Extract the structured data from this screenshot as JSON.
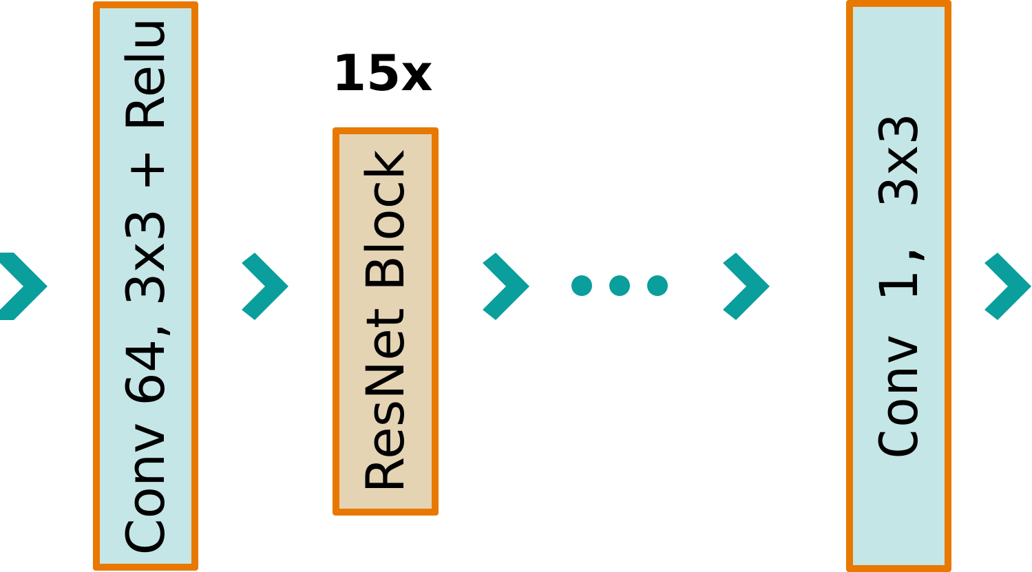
{
  "blocks": [
    {
      "id": "conv-input",
      "label": "Conv 64, 3x3 + Relu",
      "fill": "#c5e6e7"
    },
    {
      "id": "resnet-block",
      "label": "ResNet Block",
      "fill": "#e4d4b4"
    },
    {
      "id": "conv-output",
      "label": "Conv 1, 3x3",
      "fill": "#c5e6e7"
    }
  ],
  "repeat_label": "15x",
  "colors": {
    "border": "#e87800",
    "arrow": "#0a9e9c",
    "text": "#000000",
    "background": "#ffffff"
  },
  "icons": {
    "arrow": "chevron-right-icon",
    "ellipsis": "ellipsis-icon"
  }
}
